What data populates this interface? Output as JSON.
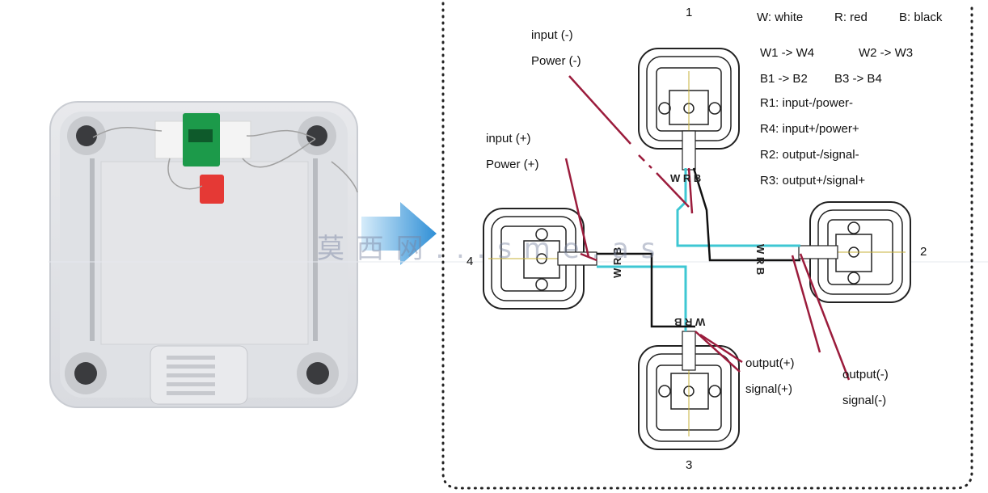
{
  "legend": {
    "colors_line": {
      "white": "W: white",
      "red": "R: red",
      "black": "B: black"
    },
    "mapping": {
      "w1_w4": "W1 -> W4",
      "w2_w3": "W2 -> W3",
      "b1_b2": "B1 -> B2",
      "b3_b4": "B3 -> B4",
      "r1": "R1: input-/power-",
      "r4": "R4: input+/power+",
      "r2": "R2: output-/signal-",
      "r3": "R3: output+/signal+"
    }
  },
  "callouts": {
    "input_neg": "input (-)",
    "power_neg": "Power (-)",
    "input_pos": "input (+)",
    "power_pos": "Power (+)",
    "output_pos": "output(+)",
    "signal_pos": "signal(+)",
    "output_neg": "output(-)",
    "signal_neg": "signal(-)"
  },
  "cells": {
    "c1": {
      "number": "1",
      "wires": "W R B"
    },
    "c2": {
      "number": "2",
      "wires": "W R B"
    },
    "c3": {
      "number": "3",
      "wires": "W R B"
    },
    "c4": {
      "number": "4",
      "wires": "W R B"
    }
  },
  "watermark": "莫  西 网   . . . s  m e . a s",
  "colors": {
    "white_wire": "#3ec7d3",
    "red_wire": "#9b1c3c",
    "black_wire": "#111111",
    "arrow": "#2f8fd6",
    "pcb_green": "#1c9a4a",
    "pcb_red": "#e53935"
  }
}
